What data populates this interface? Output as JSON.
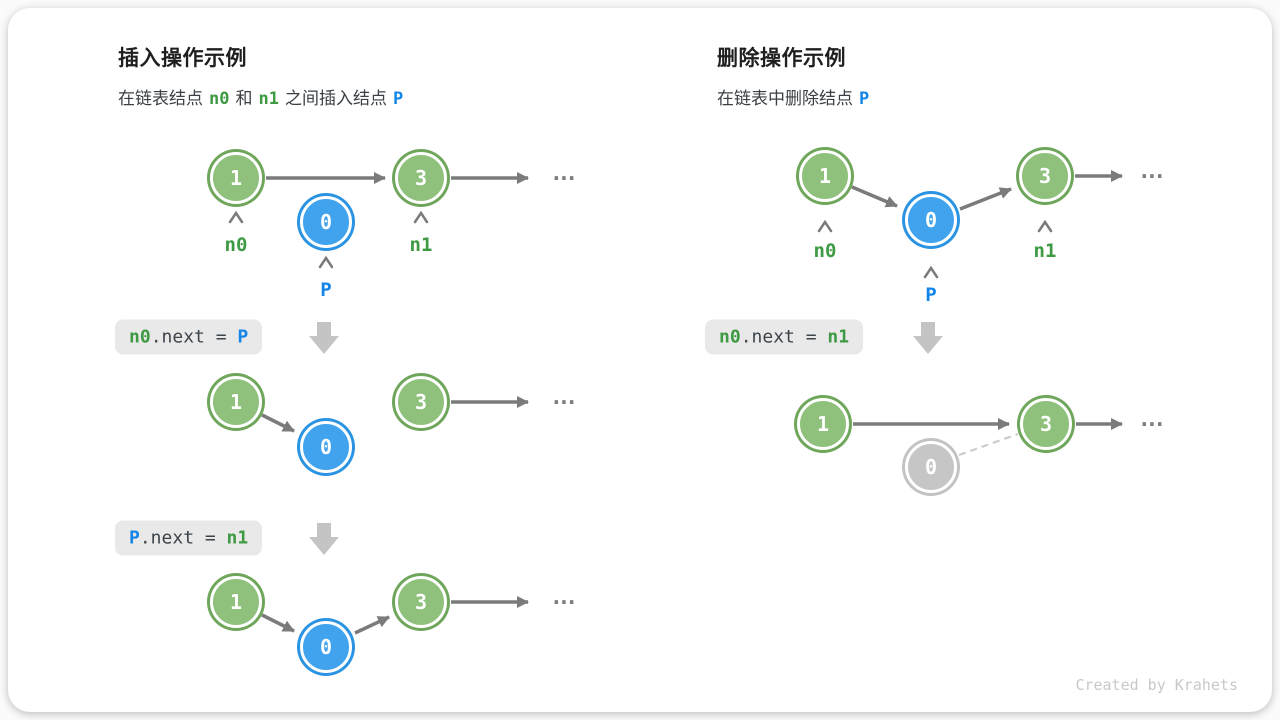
{
  "insert": {
    "title": "插入操作示例",
    "subtitle": {
      "seg1": "在链表结点",
      "var1": "n0",
      "seg2": "和",
      "var2": "n1",
      "seg3": "之间插入结点",
      "var3": "P"
    },
    "code1": {
      "lhs": "n0",
      "mid": ".next = ",
      "rhs": "P"
    },
    "code2": {
      "lhs": "P",
      "mid": ".next = ",
      "rhs": "n1"
    },
    "steps": [
      {
        "n1": "1",
        "n3": "3",
        "p": "0",
        "n0_label": "n0",
        "n1_label": "n1",
        "p_label": "P",
        "ellipsis": "..."
      },
      {
        "n1": "1",
        "n3": "3",
        "p": "0",
        "ellipsis": "..."
      },
      {
        "n1": "1",
        "n3": "3",
        "p": "0",
        "ellipsis": "..."
      }
    ]
  },
  "delete": {
    "title": "删除操作示例",
    "subtitle": {
      "seg1": "在链表中删除结点",
      "var1": "P"
    },
    "code1": {
      "lhs": "n0",
      "mid": ".next = ",
      "rhs": "n1"
    },
    "steps": [
      {
        "n1": "1",
        "n3": "3",
        "p": "0",
        "n0_label": "n0",
        "n1_label": "n1",
        "p_label": "P",
        "ellipsis": "..."
      },
      {
        "n1": "1",
        "n3": "3",
        "p": "0",
        "ellipsis": "..."
      }
    ]
  },
  "footer": {
    "credit": "Created by Krahets"
  },
  "colors": {
    "node_green_fill": "#8fc17d",
    "node_green_ring": "#6fa65b",
    "node_blue_fill": "#41a3ee",
    "node_blue_ring": "#2b94e2",
    "node_gray_fill": "#c6c6c6",
    "arrow_gray": "#7b7b7b",
    "label_green": "#3e9a43",
    "label_blue": "#1485e8",
    "badge_bg": "#e9e9e9",
    "block_arrow": "#c4c4c4"
  }
}
